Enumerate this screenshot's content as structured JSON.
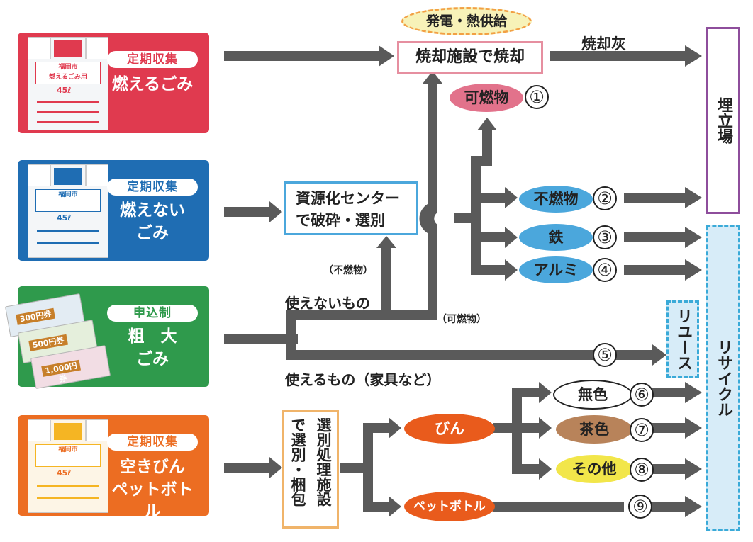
{
  "categories": [
    {
      "badge": "定期収集",
      "name_lines": [
        "燃えるごみ"
      ],
      "color": "#e03a4f",
      "badge_color": "#e03a4f"
    },
    {
      "badge": "定期収集",
      "name_lines": [
        "燃えない",
        "ごみ"
      ],
      "color": "#1f6db3",
      "badge_color": "#1f6db3"
    },
    {
      "badge": "申込制",
      "name_lines": [
        "粗　大",
        "ごみ"
      ],
      "color": "#2f9a4c",
      "badge_color": "#2f9a4c"
    },
    {
      "badge": "定期収集",
      "name_lines": [
        "空きびん",
        "ペットボトル"
      ],
      "color": "#ec6d22",
      "badge_color": "#ec6d22"
    }
  ],
  "bag_labels": {
    "brand": "福岡市",
    "type": "燃えるごみ用",
    "size": "45ℓ"
  },
  "tickets": [
    "300円券",
    "500円券",
    "1,000円券"
  ],
  "incineration": {
    "label": "焼却施設で焼却",
    "power": "発電・熱供給",
    "ash": "焼却灰"
  },
  "resource_center": {
    "lines": [
      "資源化センター",
      "で破砕・選別"
    ]
  },
  "bottle_facility": {
    "col1": "選別処理施設",
    "col2": "で選別・梱包"
  },
  "outputs": [
    {
      "label": "可燃物",
      "num": "①",
      "fill": "#e2728b"
    },
    {
      "label": "不燃物",
      "num": "②",
      "fill": "#4ba7dc"
    },
    {
      "label": "鉄",
      "num": "③",
      "fill": "#4ba7dc"
    },
    {
      "label": "アルミ",
      "num": "④",
      "fill": "#4ba7dc"
    },
    {
      "label": "",
      "num": "⑤",
      "fill": ""
    },
    {
      "label": "無色",
      "num": "⑥",
      "fill": "#ffffff"
    },
    {
      "label": "茶色",
      "num": "⑦",
      "fill": "#b8835a"
    },
    {
      "label": "その他",
      "num": "⑧",
      "fill": "#f2e64a"
    },
    {
      "label": "",
      "num": "⑨",
      "fill": ""
    }
  ],
  "bottle_split": {
    "bin": "びん",
    "pet": "ペットボトル"
  },
  "bulky_split": {
    "unusable": "使えないもの",
    "usable": "使えるもの（家具など）",
    "to_center": "（不燃物）",
    "to_burn": "（可燃物）"
  },
  "destinations": {
    "landfill": "埋立場",
    "reuse": "リユース",
    "recycle": "リサイクル"
  }
}
